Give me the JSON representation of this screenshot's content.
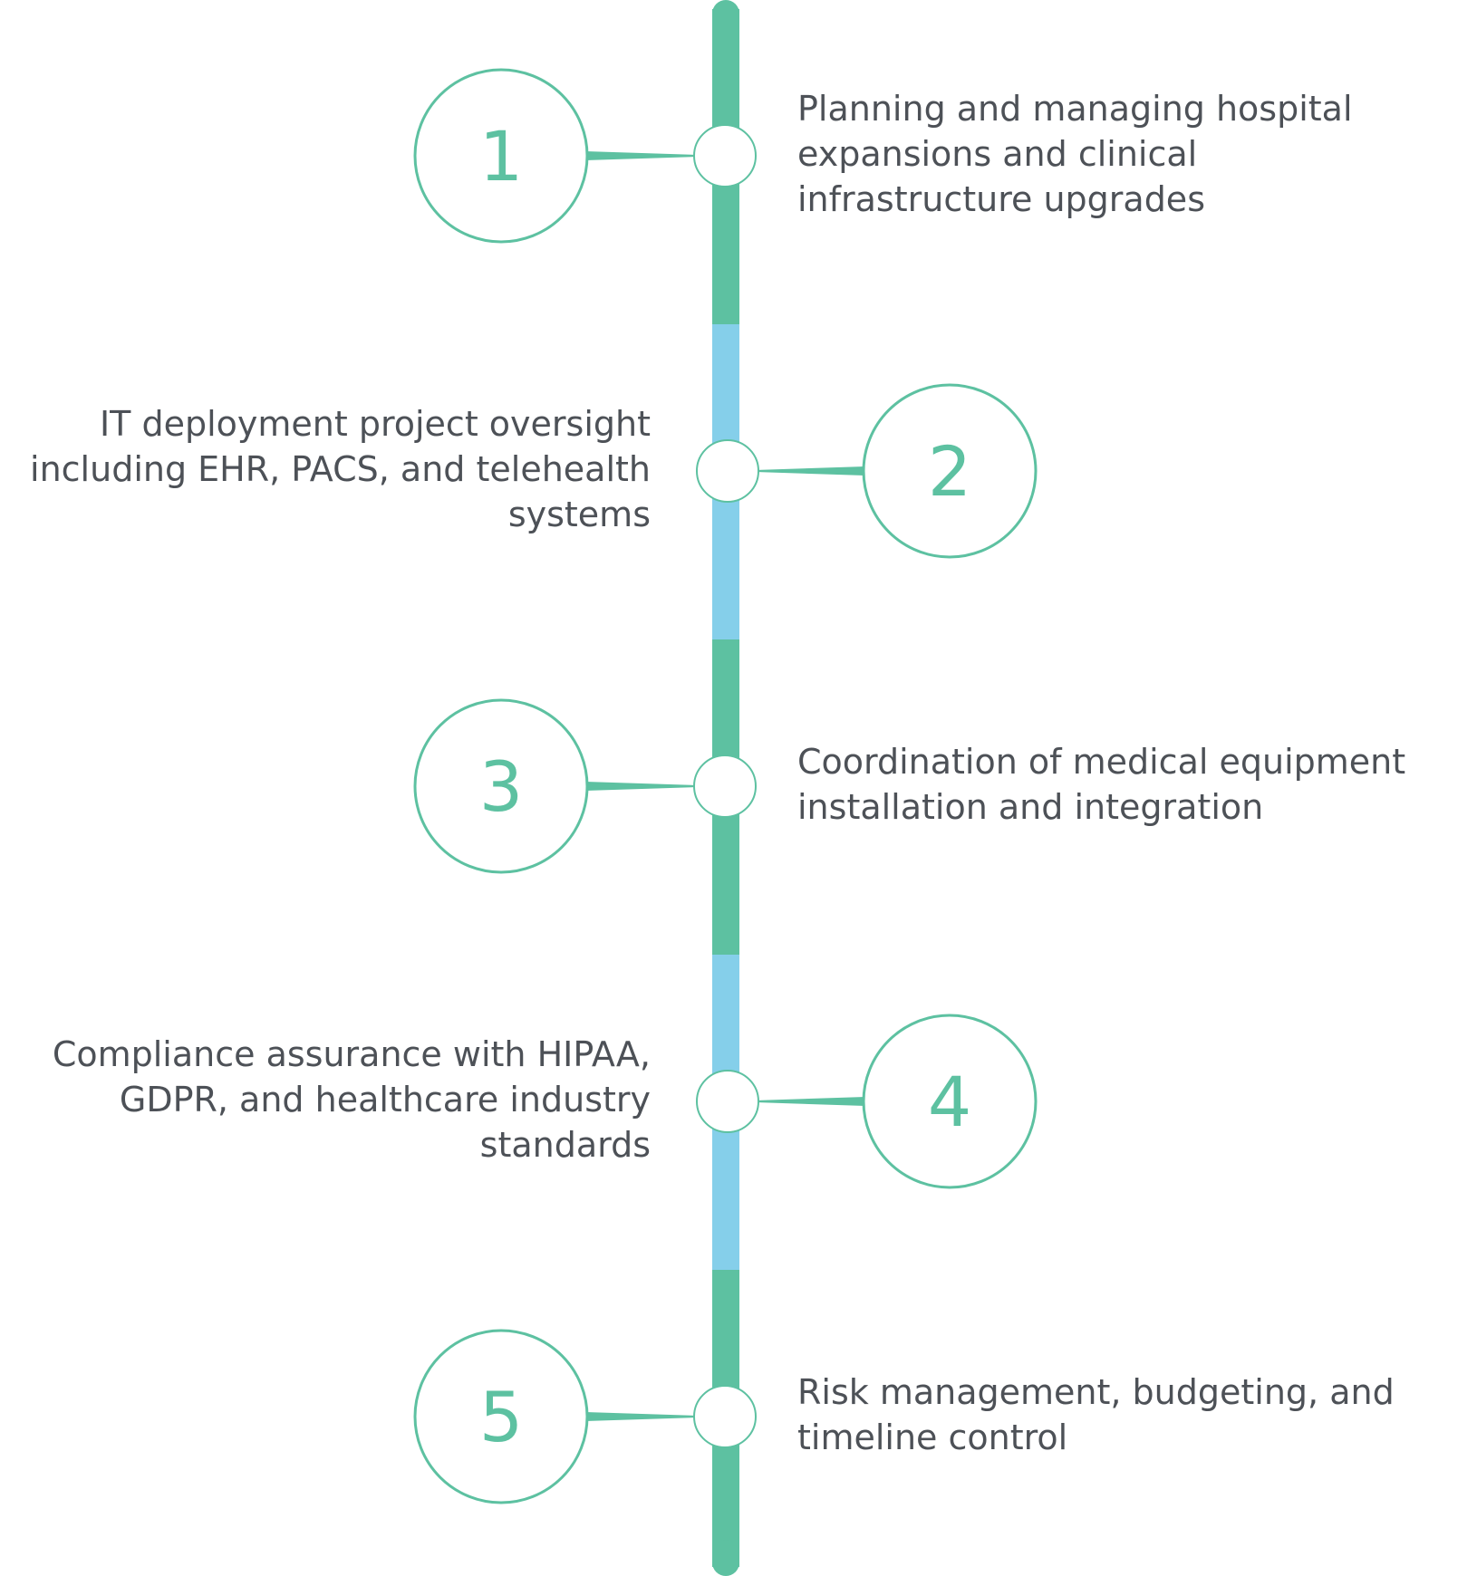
{
  "colors": {
    "green": "#5dc1a1",
    "blue": "#85cfea",
    "text": "#4d5157",
    "node_fill": "#ffffff"
  },
  "steps": [
    {
      "number": "1",
      "side": "right",
      "segment_color": "#5dc1a1",
      "lines": [
        "Planning and managing hospital",
        "expansions and clinical",
        "infrastructure upgrades"
      ]
    },
    {
      "number": "2",
      "side": "left",
      "segment_color": "#85cfea",
      "lines": [
        "IT deployment project oversight",
        "including EHR, PACS, and telehealth",
        "systems"
      ]
    },
    {
      "number": "3",
      "side": "right",
      "segment_color": "#5dc1a1",
      "lines": [
        "Coordination of medical equipment",
        "installation and integration"
      ]
    },
    {
      "number": "4",
      "side": "left",
      "segment_color": "#85cfea",
      "lines": [
        "Compliance assurance with HIPAA,",
        "GDPR, and healthcare industry",
        "standards"
      ]
    },
    {
      "number": "5",
      "side": "right",
      "segment_color": "#5dc1a1",
      "lines": [
        "Risk management, budgeting, and",
        "timeline control"
      ]
    }
  ]
}
